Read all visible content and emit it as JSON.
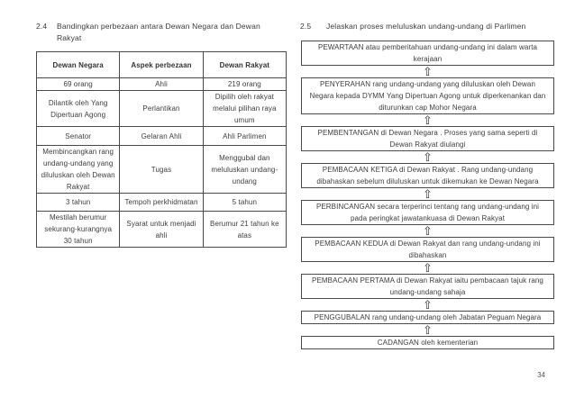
{
  "page": {
    "number": "34"
  },
  "left": {
    "section_number": "2.4",
    "heading": "Bandingkan perbezaan antara Dewan Negara dan Dewan Rakyat",
    "table": {
      "headers": [
        "Dewan Negara",
        "Aspek perbezaan",
        "Dewan Rakyat"
      ],
      "rows": [
        [
          "69 orang",
          "Ahli",
          "219 orang"
        ],
        [
          "Dilantik oleh Yang Dipertuan Agong",
          "Perlantikan",
          "Dipilih oleh rakyat melalui pilihan raya umum"
        ],
        [
          "Senator",
          "Gelaran Ahli",
          "Ahli Parlimen"
        ],
        [
          "Membincangkan rang undang-undang yang diluluskan oleh Dewan Rakyat",
          "Tugas",
          "Menggubal dan meluluskan undang-undang"
        ],
        [
          "3 tahun",
          "Tempoh perkhidmatan",
          "5 tahun"
        ],
        [
          "Mestilah berumur sekurang-kurangnya 30 tahun",
          "Syarat untuk menjadi ahli",
          "Berumur 21 tahun ke atas"
        ]
      ]
    }
  },
  "right": {
    "section_number": "2.5",
    "heading": "Jelaskan proses meluluskan undang-undang di Parlimen",
    "arrow_icon": "⇧",
    "flow_boxes": [
      "PEWARTAAN  atau pemberitahuan undang-undang ini dalam warta kerajaan",
      "PENYERAHAN rang undang-undang yang diluluskan oleh Dewan Negara kepada DYMM Yang Dipertuan Agong untuk diperkenankan dan diturunkan cap Mohor Negara",
      "PEMBENTANGAN  di Dewan Negara . Proses yang sama seperti di Dewan Rakyat diulangi",
      "PEMBACAAN  KETIGA di Dewan Rakyat . Rang undang-undang dibahaskan sebelum  diluluskan untuk dikemukan ke Dewan Negara",
      "PERBINCANGAN secara terperinci tentang rang undang-undang ini pada peringkat jawatankuasa di Dewan Rakyat",
      "PEMBACAAN  KEDUA di Dewan Rakyat dan rang undang-undang ini dibahaskan",
      "PEMBACAAN  PERTAMA di Dewan Rakyat iaitu pembacaan tajuk rang undang-undang sahaja",
      "PENGGUBALAN  rang undang-undang oleh Jabatan Peguam Negara",
      "CADANGAN oleh kementerian"
    ]
  }
}
